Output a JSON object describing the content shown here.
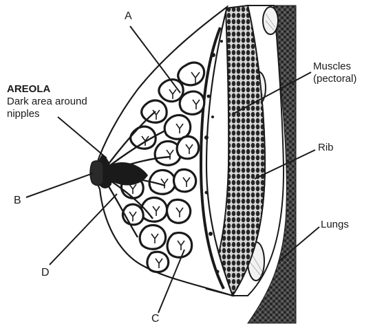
{
  "labels": {
    "a": "A",
    "b": "B",
    "c": "C",
    "d": "D",
    "areola_title": "AREOLA",
    "areola_desc_1": "Dark area around",
    "areola_desc_2": "nipples",
    "muscles_1": "Muscles",
    "muscles_2": "(pectoral)",
    "rib": "Rib",
    "lungs": "Lungs"
  },
  "colors": {
    "ink": "#1a1a1a",
    "muscle": "#2b2b2b",
    "lung": "#3a3a3a",
    "rib_fill": "#f2f2f2",
    "paper": "#ffffff"
  }
}
